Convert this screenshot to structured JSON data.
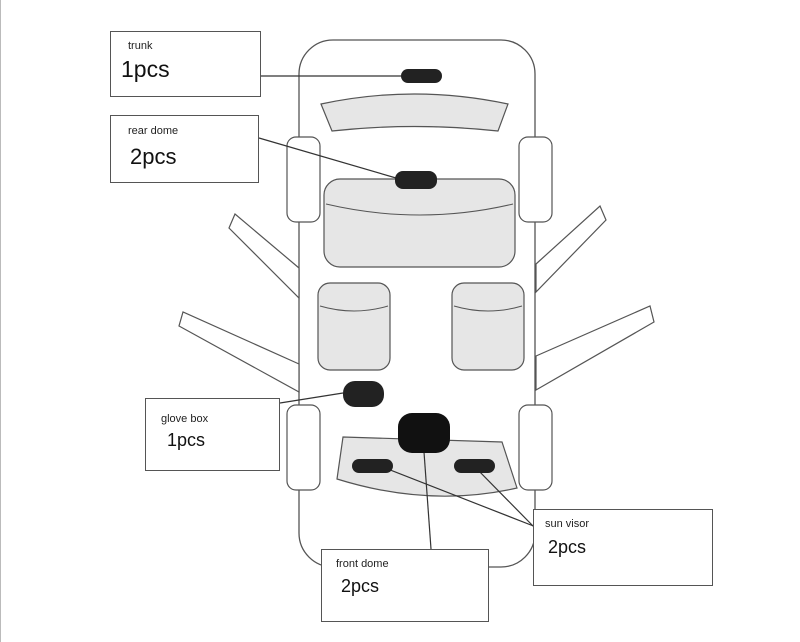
{
  "callouts": {
    "trunk": {
      "name": "trunk",
      "qty": "1pcs"
    },
    "rear_dome": {
      "name": "rear dome",
      "qty": "2pcs"
    },
    "glove_box": {
      "name": "glove box",
      "qty": "1pcs"
    },
    "sun_visor": {
      "name": "sun visor",
      "qty": "2pcs"
    },
    "front_dome": {
      "name": "front dome",
      "qty": "2pcs"
    }
  },
  "colors": {
    "outline": "#555555",
    "panel_fill": "#e6e6e6",
    "light_bar": "#222222",
    "page_edge": "#bbbbbb"
  }
}
